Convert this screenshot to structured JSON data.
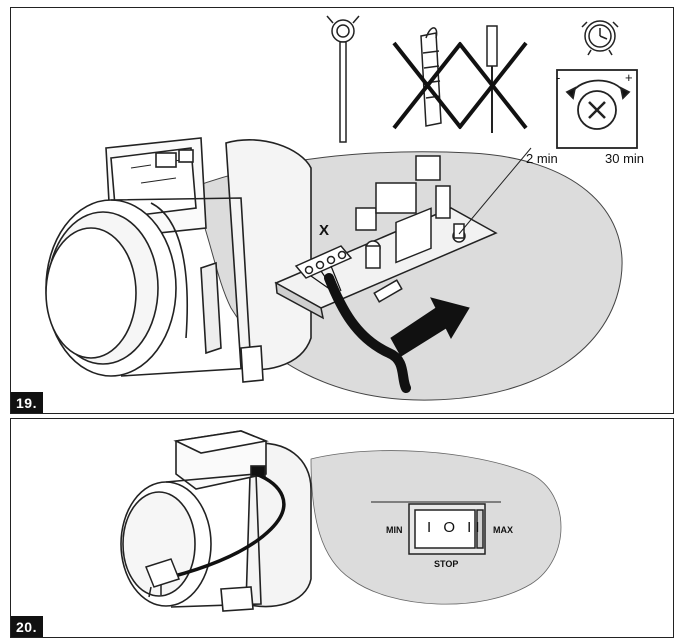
{
  "steps": {
    "step19": {
      "number": "19.",
      "terminal_label": "X",
      "timer_min_label": "2 min",
      "timer_max_label": "30 min",
      "dial_minus": "-",
      "dial_plus": "+",
      "tools": [
        "screwdriver-key-icon",
        "utility-knife-icon",
        "flathead-screwdriver-icon"
      ],
      "crossed_tools": [
        "utility-knife-icon",
        "flathead-screwdriver-icon"
      ],
      "timer_icon": "alarm-clock-icon"
    },
    "step20": {
      "number": "20.",
      "switch_min_label": "MIN",
      "switch_max_label": "MAX",
      "switch_stop_label": "STOP",
      "switch_positions": "I O II"
    }
  },
  "colors": {
    "frame": "#222222",
    "callout_fill": "#dcdcdc",
    "ink": "#111111",
    "step_badge_bg": "#111111",
    "step_badge_text": "#ffffff"
  }
}
